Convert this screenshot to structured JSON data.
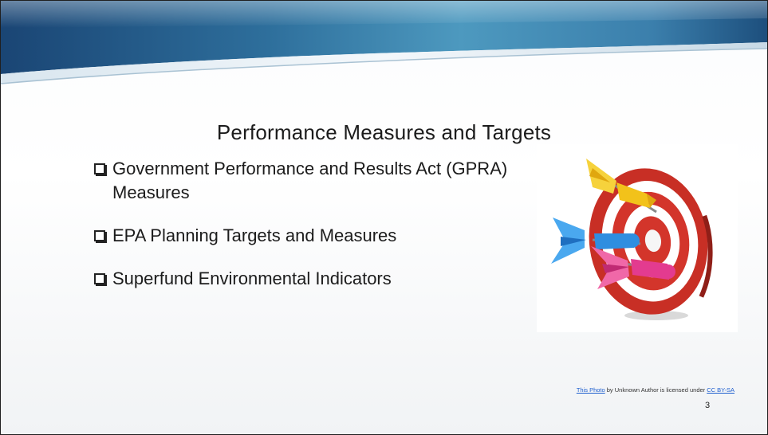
{
  "slide": {
    "title": "Performance Measures and Targets",
    "bullets": [
      "Government Performance and Results Act (GPRA) Measures",
      "EPA Planning Targets and Measures",
      "Superfund Environmental Indicators"
    ],
    "image": {
      "description_icon": "dartboard-with-darts-icon"
    },
    "credit": {
      "link1": "This Photo",
      "middle": " by Unknown Author is licensed under ",
      "link2": "CC BY-SA"
    },
    "page_number": "3"
  },
  "colors": {
    "banner_dark": "#1d4f7d",
    "banner_light": "#5aa6c8",
    "text": "#1c1c1c",
    "link": "#1f5fcf",
    "target_red": "#d3352b",
    "dart_yellow": "#f2c21a",
    "dart_blue": "#2f8ee0",
    "dart_pink": "#e33b8f"
  }
}
